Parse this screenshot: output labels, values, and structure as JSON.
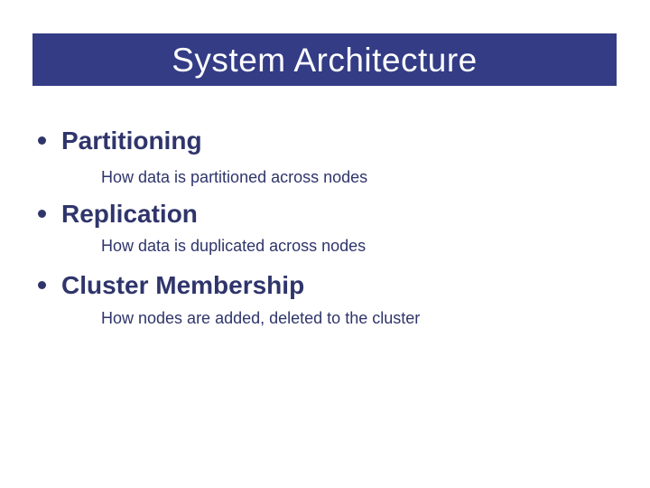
{
  "slide": {
    "title": "System Architecture",
    "bullets": [
      {
        "heading": "Partitioning",
        "detail": "How data is partitioned across nodes"
      },
      {
        "heading": "Replication",
        "detail": "How data is duplicated across nodes"
      },
      {
        "heading": "Cluster Membership",
        "detail": "How nodes are added, deleted to the cluster"
      }
    ],
    "colors": {
      "title_bar_bg": "#333c85",
      "title_text": "#ffffff",
      "body_text": "#2f356b",
      "slide_bg": "#ffffff"
    }
  }
}
